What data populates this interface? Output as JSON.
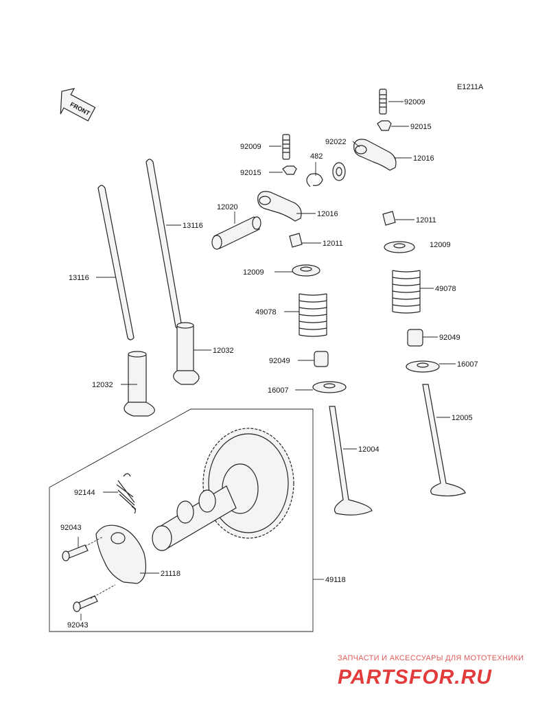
{
  "diagram_code": "E1211A",
  "front_label": "FRONT",
  "watermark": {
    "tagline": "ЗАПЧАСТИ И АКСЕССУАРЫ ДЛЯ МОТОТЕХНИКИ",
    "brand": "PARTSFOR.RU"
  },
  "parts": {
    "p92009_right": "92009",
    "p92015_right": "92015",
    "p92022": "92022",
    "p12016_right": "12016",
    "p92009_left": "92009",
    "p482": "482",
    "p92015_left": "92015",
    "p12020": "12020",
    "p12016_left": "12016",
    "p13116_right": "13116",
    "p12011_right": "12011",
    "p12011_left": "12011",
    "p12009_right": "12009",
    "p13116_left": "13116",
    "p12009_left": "12009",
    "p49078_right": "49078",
    "p49078_left": "49078",
    "p92049_right": "92049",
    "p12032_right": "12032",
    "p92049_left": "92049",
    "p16007_right": "16007",
    "p12032_left": "12032",
    "p16007_left": "16007",
    "p12005": "12005",
    "p12004": "12004",
    "p92144": "92144",
    "p92043_top": "92043",
    "p21118": "21118",
    "p49118": "49118",
    "p92043_bottom": "92043"
  }
}
